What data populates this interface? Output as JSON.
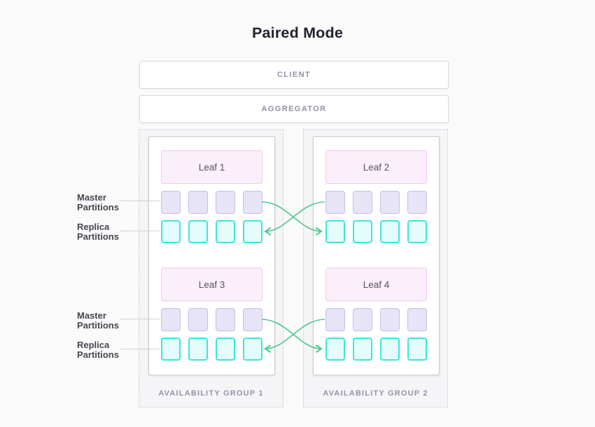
{
  "title": "Paired Mode",
  "tiers": {
    "client": "CLIENT",
    "aggregator": "AGGREGATOR"
  },
  "side_labels": {
    "master": "Master Partitions",
    "replica": "Replica Partitions"
  },
  "groups": [
    {
      "label": "AVAILABILITY GROUP 1",
      "leaves": [
        {
          "label": "Leaf 1",
          "master_partitions": 4,
          "replica_partitions": 4
        },
        {
          "label": "Leaf 3",
          "master_partitions": 4,
          "replica_partitions": 4
        }
      ]
    },
    {
      "label": "AVAILABILITY GROUP 2",
      "leaves": [
        {
          "label": "Leaf 2",
          "master_partitions": 4,
          "replica_partitions": 4
        },
        {
          "label": "Leaf 4",
          "master_partitions": 4,
          "replica_partitions": 4
        }
      ]
    }
  ],
  "colors": {
    "master_fill": "#e8e4f7",
    "master_border": "#c6bce9",
    "replica_fill": "#e4fcfc",
    "replica_border": "#3be6de",
    "leaf_fill": "#faeffb",
    "leaf_border": "#f3c8f0",
    "arrow": "#4ec98e",
    "tier_text": "#8f91a8",
    "title_text": "#20242e"
  }
}
